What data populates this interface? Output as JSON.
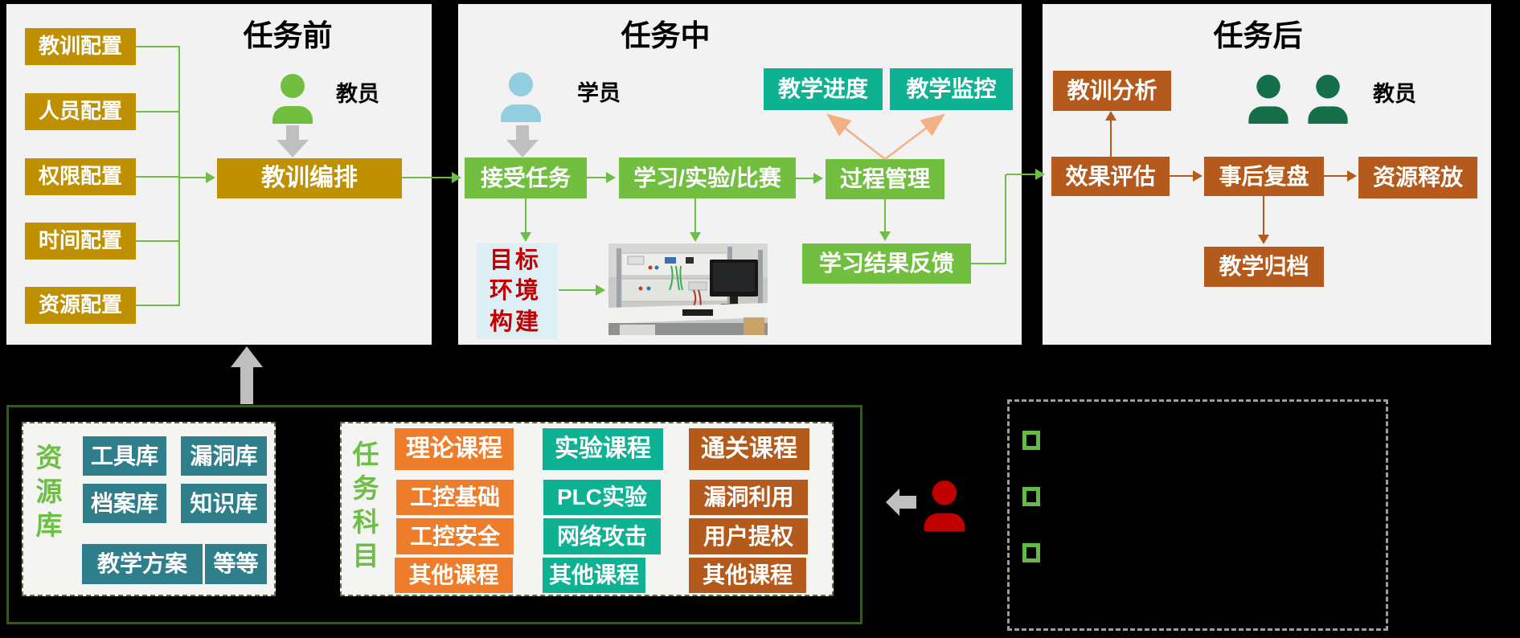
{
  "panels": {
    "pre": {
      "title": "任务前",
      "actor_label": "教员",
      "configs": [
        "教训配置",
        "人员配置",
        "权限配置",
        "时间配置",
        "资源配置"
      ],
      "main_step": "教训编排"
    },
    "during": {
      "title": "任务中",
      "actor_label": "学员",
      "steps": {
        "accept": "接受任务",
        "activity": "学习/实验/比赛",
        "process": "过程管理",
        "feedback": "学习结果反馈"
      },
      "monitors": [
        "教学进度",
        "教学监控"
      ],
      "env_step": "目标环境构建"
    },
    "post": {
      "title": "任务后",
      "actor_label": "教员",
      "steps": {
        "analysis": "教训分析",
        "evaluate": "效果评估",
        "review": "事后复盘",
        "release": "资源释放",
        "archive": "教学归档"
      }
    }
  },
  "resource_library": {
    "label": "资源库",
    "items": [
      "工具库",
      "漏洞库",
      "档案库",
      "知识库",
      "教学方案",
      "等等"
    ]
  },
  "task_subjects": {
    "label": "任务科目",
    "columns": [
      {
        "items": [
          "理论课程",
          "工控基础",
          "工控安全",
          "其他课程"
        ]
      },
      {
        "items": [
          "实验课程",
          "PLC实验",
          "网络攻击",
          "其他课程"
        ]
      },
      {
        "items": [
          "通关课程",
          "漏洞利用",
          "用户提权",
          "其他课程"
        ]
      }
    ]
  },
  "colors": {
    "page_bg": "#000000",
    "panel_bg": "#F2F2F2",
    "gold": "#BF9000",
    "green": "#71BE40",
    "emerald": "#0FB193",
    "orange": "#ED7D2B",
    "brown": "#B45A1D",
    "teal": "#2F7E8C",
    "student_blue": "#92CEDF",
    "teacher_dark_green": "#156F4B",
    "red_user": "#C00000",
    "connector_green": "#6CBE45",
    "connector_orange": "#F2B183",
    "gray_arrow": "#BFBFBF",
    "env_box_bg": "#DDEEF4",
    "env_box_text": "#C00000",
    "frame_dark_green": "#385723",
    "bullet_green": "#62BB47"
  }
}
